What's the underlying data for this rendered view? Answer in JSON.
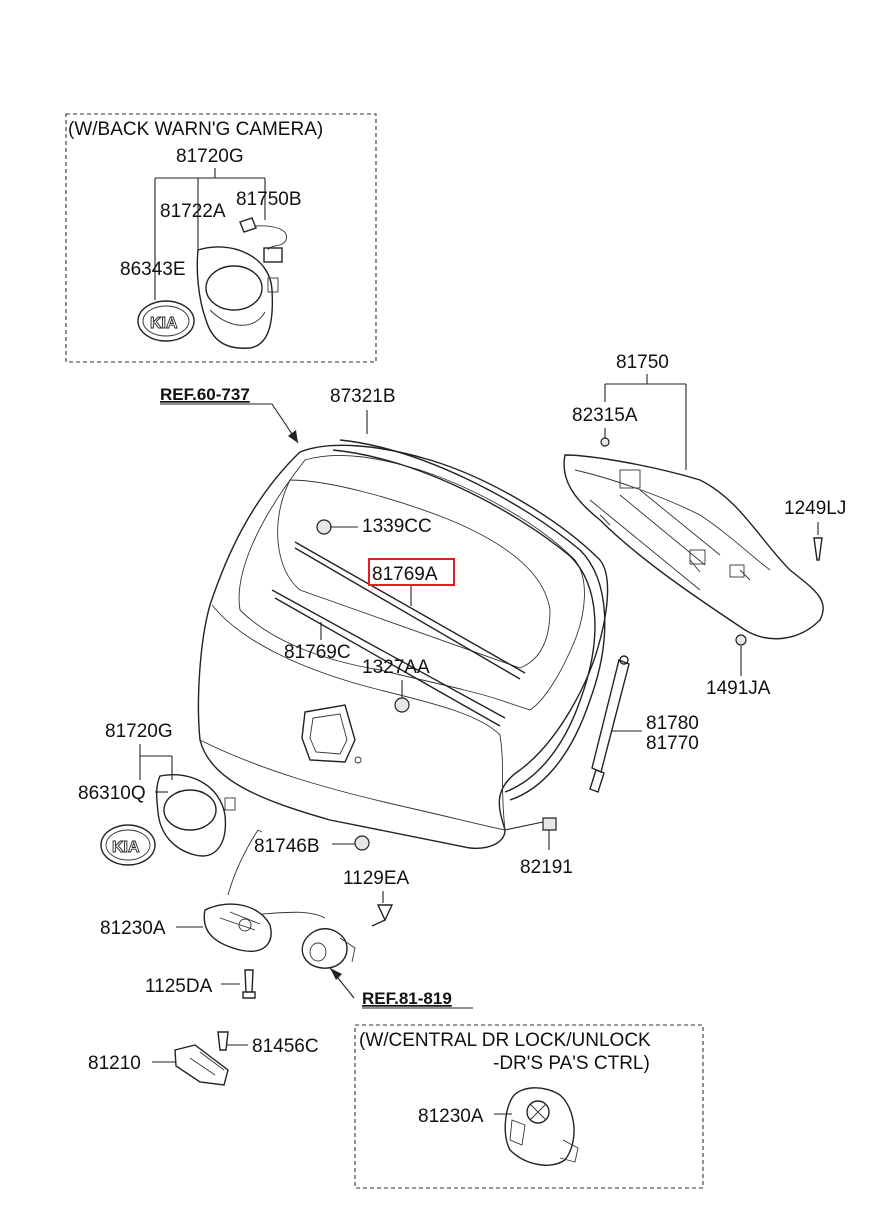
{
  "boxes": {
    "camera": {
      "title": "(W/BACK WARN'G CAMERA)"
    },
    "central_lock": {
      "title_line1": "(W/CENTRAL DR LOCK/UNLOCK",
      "title_line2": "-DR'S  PA'S CTRL)"
    }
  },
  "refs": {
    "ref_top": "REF.60-737",
    "ref_bottom": "REF.81-819"
  },
  "parts": {
    "p81720G_top": "81720G",
    "p81722A": "81722A",
    "p81750B": "81750B",
    "p86343E": "86343E",
    "p87321B": "87321B",
    "p81750": "81750",
    "p82315A": "82315A",
    "p1339CC": "1339CC",
    "p81769A": "81769A",
    "p81769C": "81769C",
    "p1327AA": "1327AA",
    "p1249LJ": "1249LJ",
    "p1491JA": "1491JA",
    "p81780": "81780",
    "p81770": "81770",
    "p81720G_bot": "81720G",
    "p86310Q": "86310Q",
    "p81746B": "81746B",
    "p82191": "82191",
    "p1129EA": "1129EA",
    "p81230A": "81230A",
    "p1125DA": "1125DA",
    "p81456C": "81456C",
    "p81210": "81210",
    "p81230A_box": "81230A"
  },
  "colors": {
    "highlight": "#e02020",
    "line": "#222222"
  }
}
